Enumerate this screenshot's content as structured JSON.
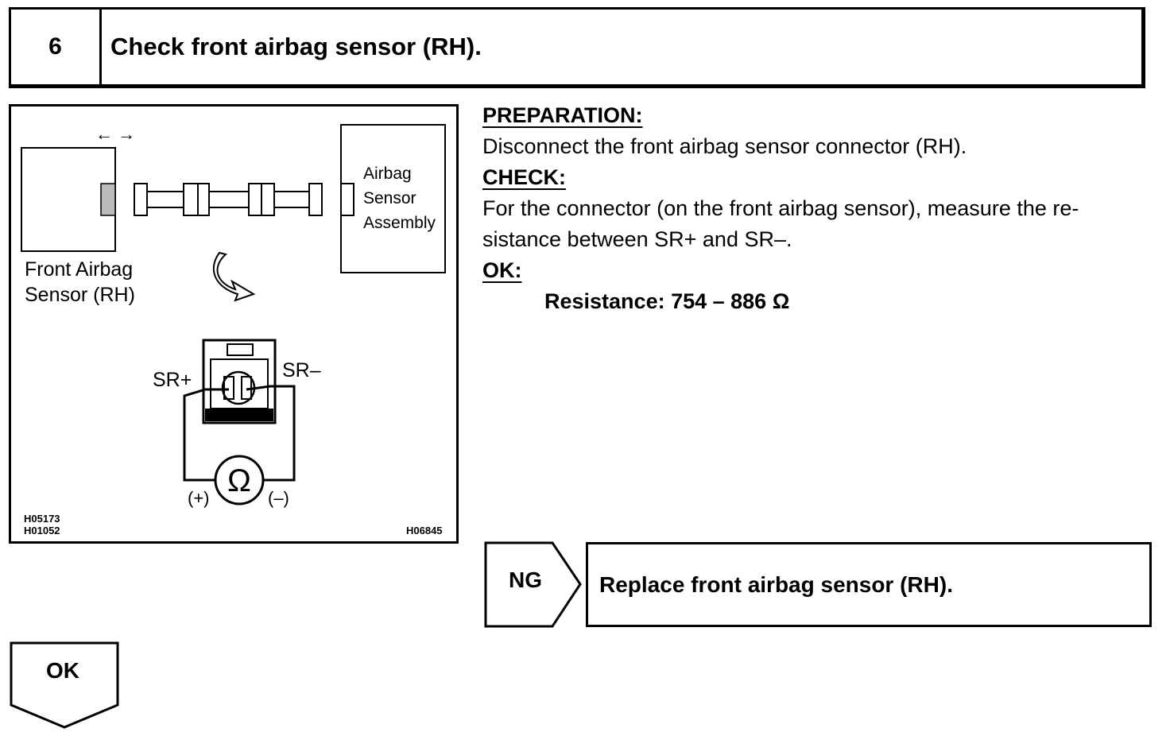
{
  "header": {
    "step_number": "6",
    "title": "Check front airbag sensor (RH)."
  },
  "figure": {
    "sensor_label_line1": "Front Airbag",
    "sensor_label_line2": "Sensor (RH)",
    "assembly_label_line1": "Airbag",
    "assembly_label_line2": "Sensor",
    "assembly_label_line3": "Assembly",
    "arrows_label": "← →",
    "sr_plus": "SR+",
    "sr_minus": "SR–",
    "ohm_symbol": "Ω",
    "probe_plus": "(+)",
    "probe_minus": "(–)",
    "code_1": "H05173",
    "code_2": "H01052",
    "code_3": "H06845"
  },
  "instructions": {
    "preparation_heading": "PREPARATION:",
    "preparation_text": "Disconnect the front airbag sensor connector (RH).",
    "check_heading": "CHECK:",
    "check_text_line1": "For the connector (on the front airbag sensor), measure the re-",
    "check_text_line2": "sistance between SR+ and SR–.",
    "ok_heading": "OK:",
    "spec": "Resistance: 754 – 886 Ω"
  },
  "result_ng": {
    "label": "NG",
    "action": "Replace front airbag sensor (RH)."
  },
  "result_ok": {
    "label": "OK"
  }
}
